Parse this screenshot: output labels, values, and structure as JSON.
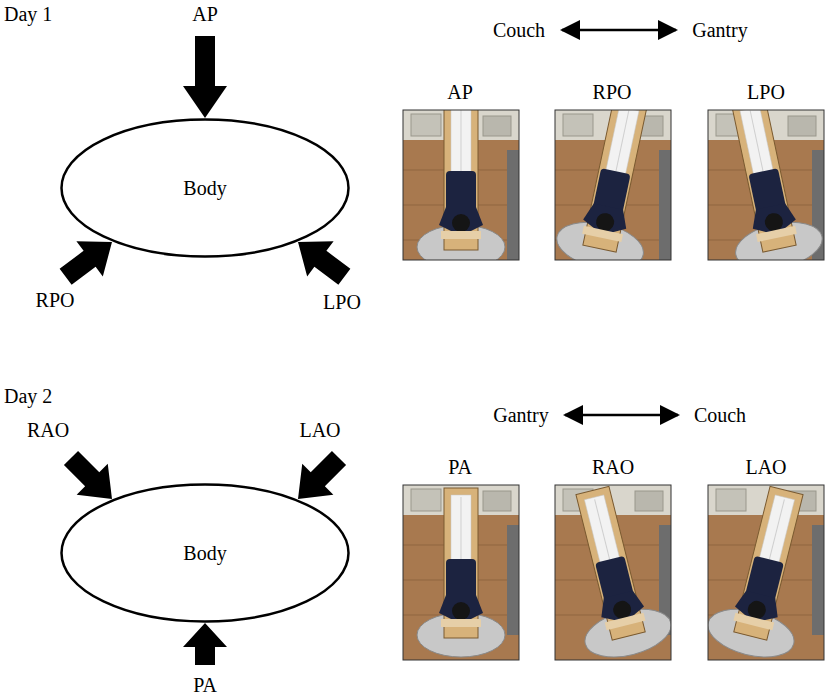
{
  "diagram": {
    "nodes": [
      {
        "text": [
          "Body"
        ]
      },
      {
        "text": [
          "Body"
        ]
      }
    ],
    "labels": [
      "Day 1",
      "AP",
      "RPO",
      "LPO",
      "Couch",
      "Gantry",
      "AP",
      "RPO",
      "LPO",
      "Day 2",
      "RAO",
      "LAO",
      "PA",
      "Gantry",
      "Couch",
      "PA",
      "RAO",
      "LAO"
    ]
  }
}
